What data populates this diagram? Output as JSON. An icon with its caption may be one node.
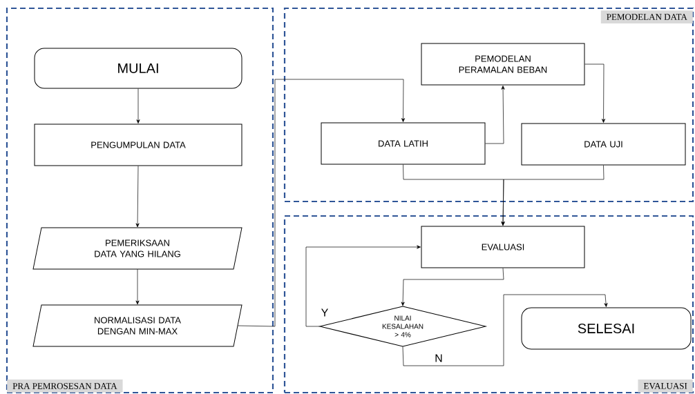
{
  "diagram": {
    "nodes": [
      {
        "text": [
          "PRA PEMROSESAN DATA"
        ]
      },
      {
        "text": [
          "MULAI"
        ],
        "in": 0
      },
      {
        "text": [
          "PENGUMPULAN DATA"
        ],
        "in": 0
      },
      {
        "text": [
          "PEMERIKSAAN DATA YANG HILANG"
        ],
        "in": 0
      },
      {
        "text": [
          "NORMALISASI DATA DENGAN MIN-MAX"
        ],
        "in": 0
      },
      {
        "text": [
          "PEMODELAN DATA"
        ]
      },
      {
        "text": [
          "PEMODELAN PERAMALAN BEBAN"
        ],
        "in": 5
      },
      {
        "text": [
          "DATA LATIH"
        ],
        "in": 5
      },
      {
        "text": [
          "DATA UJI"
        ],
        "in": 5
      },
      {
        "text": [
          "EVALUASI"
        ]
      },
      {
        "text": [
          "EVALUASI"
        ],
        "in": 9
      },
      {
        "text": [
          "NILAI KESALAHAN > 4%"
        ],
        "in": 9
      },
      {
        "text": [
          "SELESAI"
        ],
        "in": 9
      }
    ],
    "edges": [
      {
        "from": 1,
        "to": 2,
        "arrow": "to"
      },
      {
        "from": 2,
        "to": 3,
        "arrow": "to"
      },
      {
        "from": 3,
        "to": 4,
        "arrow": "to"
      },
      {
        "from": 4,
        "to": 7,
        "arrow": "to"
      },
      {
        "from": 7,
        "to": 6,
        "arrow": "to"
      },
      {
        "from": 6,
        "to": 8,
        "arrow": "to"
      },
      {
        "from": 7,
        "to": 10,
        "arrow": "to"
      },
      {
        "from": 8,
        "to": 10,
        "arrow": "to"
      },
      {
        "from": 10,
        "to": 11,
        "arrow": "to"
      },
      {
        "from": 11,
        "to": 10,
        "arrow": "to",
        "label": "Y"
      },
      {
        "from": 11,
        "to": 12,
        "arrow": "to",
        "label": "N"
      }
    ]
  }
}
